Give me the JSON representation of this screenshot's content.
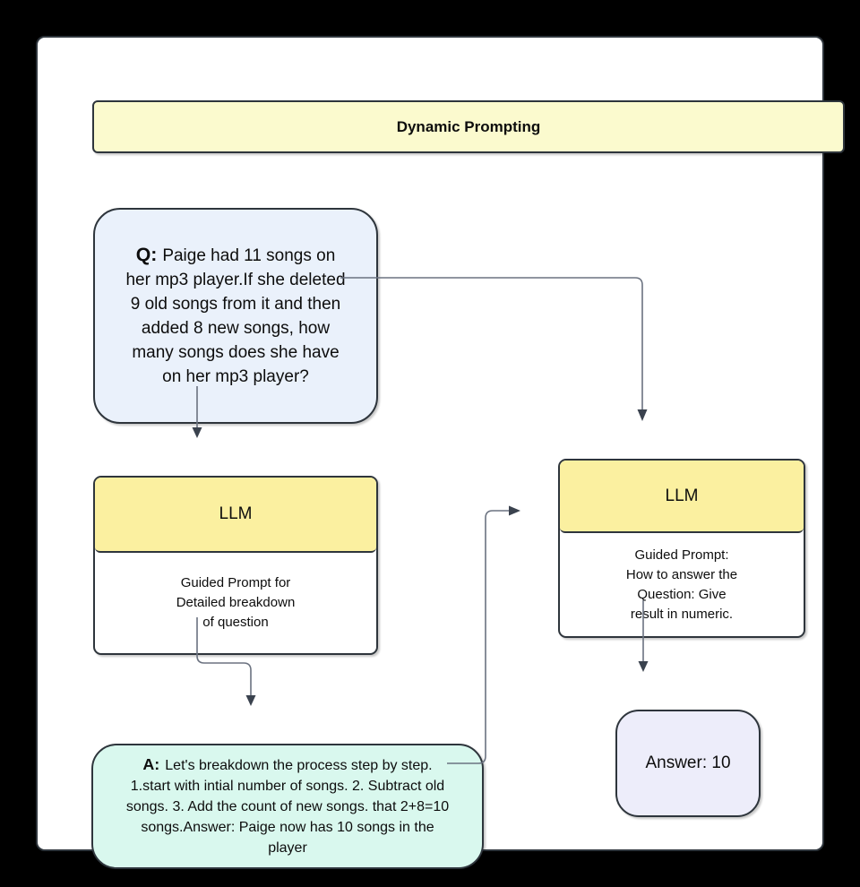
{
  "colors": {
    "page-bg": "#000000",
    "canvas-bg": "#ffffff",
    "shape-border": "#2e353c",
    "title-fill": "#fbface",
    "llm-header-fill": "#fbf0a0",
    "question-fill": "#eaf1fb",
    "breakdown-fill": "#d9f8ee",
    "final-answer-fill": "#ededfa",
    "edge": "#6b7280",
    "arrowhead": "#3a424e",
    "text": "#0d0d0d"
  },
  "title": {
    "label": "Dynamic Prompting"
  },
  "question_box": {
    "prefix": "Q:",
    "text": "Paige had 11 songs on\nher mp3 player.If she deleted\n9 old songs from it and then\nadded 8 new songs, how\nmany songs does she have\non her mp3 player?"
  },
  "llm_left": {
    "header": "LLM",
    "body": "Guided Prompt for\nDetailed breakdown\nof question"
  },
  "llm_right": {
    "header": "LLM",
    "body": "Guided Prompt:\nHow to answer the\nQuestion: Give\nresult in numeric."
  },
  "breakdown_box": {
    "prefix": "A:",
    "text": "Let's breakdown the process step by step.\n1.start with intial number of songs. 2. Subtract old\nsongs. 3. Add the count of new songs. that 2+8=10\nsongs.Answer: Paige now has 10 songs in the\nplayer"
  },
  "final_answer_box": {
    "label": "Answer: 10"
  }
}
